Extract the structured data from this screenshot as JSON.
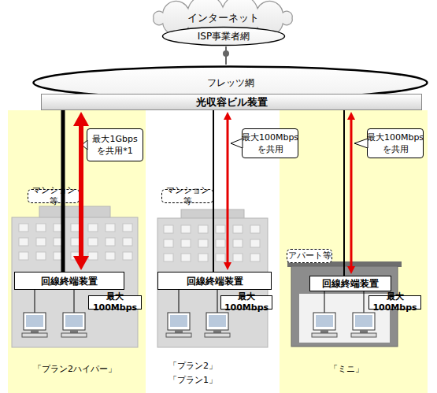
{
  "diagram": {
    "nodes": [
      {
        "text": [
          "インターネット"
        ]
      },
      {
        "text": [
          "ISP事業者網"
        ]
      },
      {
        "text": [
          "フレッツ網"
        ]
      },
      {
        "text": [
          "光収容ビル装置"
        ]
      },
      {
        "text": [
          "最大1Gbps を共用*1"
        ]
      },
      {
        "text": [
          "最大100Mbps を共用"
        ]
      },
      {
        "text": [
          "最大100Mbps を共用"
        ]
      },
      {
        "text": [
          "マンション等"
        ]
      },
      {
        "text": [
          "マンション等"
        ]
      },
      {
        "text": [
          "アパート等"
        ]
      },
      {
        "text": [
          "回線終端装置"
        ]
      },
      {
        "text": [
          "回線終端装置"
        ]
      },
      {
        "text": [
          "回線終端装置"
        ]
      },
      {
        "text": [
          "最大100Mbps"
        ]
      },
      {
        "text": [
          "最大100Mbps"
        ]
      },
      {
        "text": [
          "最大100Mbps"
        ]
      }
    ],
    "edges": [
      {
        "from": 1,
        "to": 2,
        "arrow": "none"
      },
      {
        "from": 3,
        "to": 10,
        "arrow": "none"
      },
      {
        "from": 3,
        "to": 10,
        "arrow": "both"
      },
      {
        "from": 3,
        "to": 11,
        "arrow": "none"
      },
      {
        "from": 3,
        "to": 11,
        "arrow": "both"
      },
      {
        "from": 3,
        "to": 12,
        "arrow": "none"
      },
      {
        "from": 3,
        "to": 12,
        "arrow": "both"
      }
    ],
    "labels": [
      "「プラン2ハイパー」",
      "「プラン2」",
      "「プラン1」",
      "「ミニ」"
    ]
  }
}
